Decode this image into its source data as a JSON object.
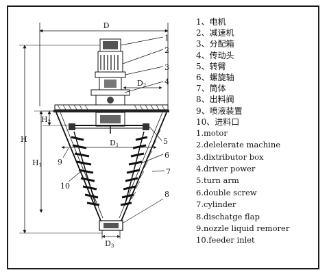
{
  "dimensions": {
    "D": "D",
    "D1": "D1",
    "D2": "D2",
    "D3": "D3",
    "H": "H",
    "H1": "H1",
    "H2": "H2"
  },
  "callouts": [
    "1",
    "2",
    "3",
    "4",
    "5",
    "6",
    "7",
    "8",
    "9",
    "10"
  ],
  "legend_zh": [
    "1、电机",
    "2、减速机",
    "3、分配箱",
    "4、传动头",
    "5、转臂",
    "6、螺旋轴",
    "7、筒体",
    "8、出料阀",
    "9、喷液装置",
    "10、进料口"
  ],
  "legend_en": [
    "1.motor",
    "2.delelerate machine",
    "3.dixtributor box",
    "4.driver power",
    "5.turn arm",
    "6.double screw",
    "7.cylinder",
    "8.dischatge flap",
    "9.nozzle liquid remorer",
    "10.feeder inlet"
  ]
}
